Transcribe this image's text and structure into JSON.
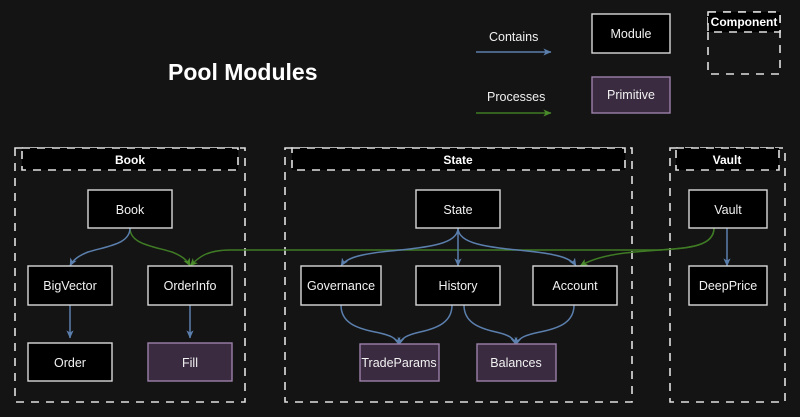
{
  "page": {
    "title": "Pool Modules",
    "background_color": "#141414"
  },
  "colors": {
    "module_fill": "#000000",
    "module_stroke": "#d9d9d9",
    "primitive_fill": "#3a2b41",
    "primitive_stroke": "#9c80aa",
    "component_stroke": "#e0e0e0",
    "contains_arrow": "#5b7fad",
    "processes_arrow": "#3f7a24",
    "text": "#f2f2f2"
  },
  "legend": {
    "contains_label": "Contains",
    "processes_label": "Processes",
    "module_label": "Module",
    "primitive_label": "Primitive",
    "component_label": "Component"
  },
  "groups": [
    {
      "id": "book",
      "label": "Book"
    },
    {
      "id": "state",
      "label": "State"
    },
    {
      "id": "vault",
      "label": "Vault"
    }
  ],
  "nodes": {
    "book": {
      "label": "Book",
      "type": "module",
      "group": "book"
    },
    "bigvector": {
      "label": "BigVector",
      "type": "module",
      "group": "book"
    },
    "orderinfo": {
      "label": "OrderInfo",
      "type": "module",
      "group": "book"
    },
    "order": {
      "label": "Order",
      "type": "module",
      "group": "book"
    },
    "fill": {
      "label": "Fill",
      "type": "primitive",
      "group": "book"
    },
    "state": {
      "label": "State",
      "type": "module",
      "group": "state"
    },
    "governance": {
      "label": "Governance",
      "type": "module",
      "group": "state"
    },
    "history": {
      "label": "History",
      "type": "module",
      "group": "state"
    },
    "account": {
      "label": "Account",
      "type": "module",
      "group": "state"
    },
    "tradeparams": {
      "label": "TradeParams",
      "type": "primitive",
      "group": "state"
    },
    "balances": {
      "label": "Balances",
      "type": "primitive",
      "group": "state"
    },
    "vault": {
      "label": "Vault",
      "type": "module",
      "group": "vault"
    },
    "deepprice": {
      "label": "DeepPrice",
      "type": "module",
      "group": "vault"
    }
  },
  "edges": [
    {
      "from": "book",
      "to": "bigvector",
      "kind": "contains"
    },
    {
      "from": "bigvector",
      "to": "order",
      "kind": "contains"
    },
    {
      "from": "orderinfo",
      "to": "fill",
      "kind": "contains"
    },
    {
      "from": "state",
      "to": "governance",
      "kind": "contains"
    },
    {
      "from": "state",
      "to": "history",
      "kind": "contains"
    },
    {
      "from": "state",
      "to": "account",
      "kind": "contains"
    },
    {
      "from": "governance",
      "to": "tradeparams",
      "kind": "contains"
    },
    {
      "from": "history",
      "to": "tradeparams",
      "kind": "contains"
    },
    {
      "from": "history",
      "to": "balances",
      "kind": "contains"
    },
    {
      "from": "account",
      "to": "balances",
      "kind": "contains"
    },
    {
      "from": "vault",
      "to": "deepprice",
      "kind": "contains"
    },
    {
      "from": "book",
      "to": "orderinfo",
      "kind": "processes"
    },
    {
      "from": "vault",
      "to": "account",
      "kind": "processes"
    },
    {
      "from": "vault",
      "to": "orderinfo",
      "kind": "processes"
    }
  ]
}
